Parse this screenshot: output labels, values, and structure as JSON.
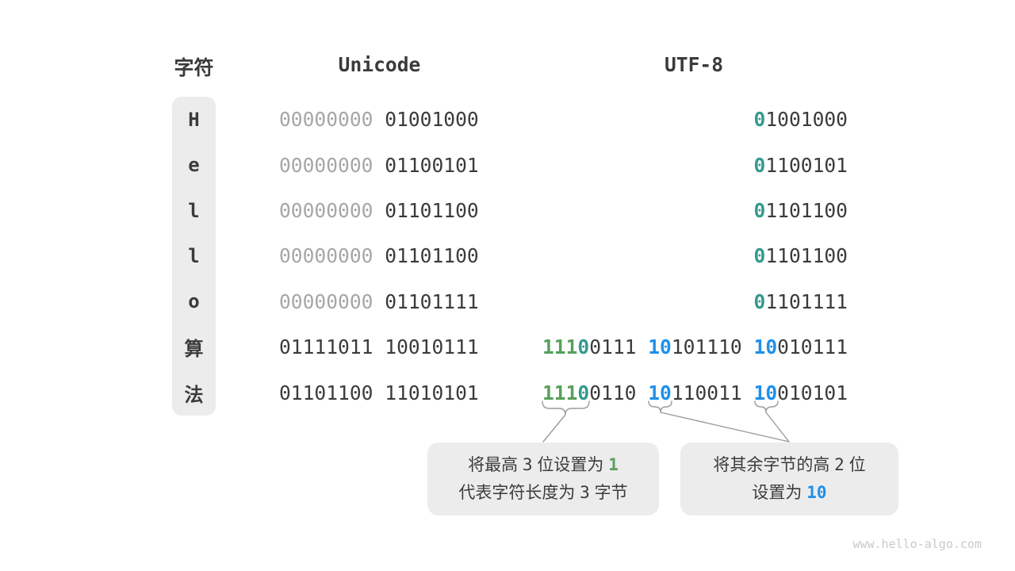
{
  "colors": {
    "dark": "#3b3b3b",
    "muted": "#a6a6a6",
    "green": "#57a05a",
    "teal": "#349a8d",
    "blue": "#1f90ea",
    "box_bg": "#ececec",
    "brace": "#9b9b9b",
    "watermark": "#c9c9c9"
  },
  "headers": {
    "character": "字符",
    "unicode": "Unicode",
    "utf8": "UTF-8"
  },
  "table": {
    "rows": [
      {
        "char": "H",
        "unicode": [
          {
            "t": "00000000 ",
            "c": "muted"
          },
          {
            "t": "01001000"
          }
        ],
        "utf8": [
          {
            "t": "0",
            "c": "teal",
            "b": 1
          },
          {
            "t": "1001000"
          }
        ]
      },
      {
        "char": "e",
        "unicode": [
          {
            "t": "00000000 ",
            "c": "muted"
          },
          {
            "t": "01100101"
          }
        ],
        "utf8": [
          {
            "t": "0",
            "c": "teal",
            "b": 1
          },
          {
            "t": "1100101"
          }
        ]
      },
      {
        "char": "l",
        "unicode": [
          {
            "t": "00000000 ",
            "c": "muted"
          },
          {
            "t": "01101100"
          }
        ],
        "utf8": [
          {
            "t": "0",
            "c": "teal",
            "b": 1
          },
          {
            "t": "1101100"
          }
        ]
      },
      {
        "char": "l",
        "unicode": [
          {
            "t": "00000000 ",
            "c": "muted"
          },
          {
            "t": "01101100"
          }
        ],
        "utf8": [
          {
            "t": "0",
            "c": "teal",
            "b": 1
          },
          {
            "t": "1101100"
          }
        ]
      },
      {
        "char": "o",
        "unicode": [
          {
            "t": "00000000 ",
            "c": "muted"
          },
          {
            "t": "01101111"
          }
        ],
        "utf8": [
          {
            "t": "0",
            "c": "teal",
            "b": 1
          },
          {
            "t": "1101111"
          }
        ]
      },
      {
        "char": "算",
        "unicode": [
          {
            "t": "01111011 10010111"
          }
        ],
        "utf8": [
          {
            "t": "111",
            "c": "green",
            "b": 1
          },
          {
            "t": "0",
            "c": "teal",
            "b": 1
          },
          {
            "t": "0111 "
          },
          {
            "t": "10",
            "c": "blue",
            "b": 1
          },
          {
            "t": "101110 "
          },
          {
            "t": "10",
            "c": "blue",
            "b": 1
          },
          {
            "t": "010111"
          }
        ]
      },
      {
        "char": "法",
        "unicode": [
          {
            "t": "01101100 11010101"
          }
        ],
        "utf8": [
          {
            "t": "111",
            "c": "green",
            "b": 1
          },
          {
            "t": "0",
            "c": "teal",
            "b": 1
          },
          {
            "t": "0110 "
          },
          {
            "t": "10",
            "c": "blue",
            "b": 1
          },
          {
            "t": "110011 "
          },
          {
            "t": "10",
            "c": "blue",
            "b": 1
          },
          {
            "t": "010101"
          }
        ]
      }
    ]
  },
  "callouts": {
    "first_byte": {
      "lines": [
        [
          {
            "t": "将最高 "
          },
          {
            "t": "3",
            "m": 1
          },
          {
            "t": " 位设置为 "
          },
          {
            "t": "1",
            "c": "green",
            "b": 1,
            "m": 1
          }
        ],
        [
          {
            "t": "代表字符长度为 "
          },
          {
            "t": "3",
            "m": 1
          },
          {
            "t": " 字节"
          }
        ]
      ]
    },
    "continuation": {
      "lines": [
        [
          {
            "t": "将其余字节的高 "
          },
          {
            "t": "2",
            "m": 1
          },
          {
            "t": " 位"
          }
        ],
        [
          {
            "t": "设置为 "
          },
          {
            "t": "10",
            "c": "blue",
            "b": 1,
            "m": 1
          }
        ]
      ]
    }
  },
  "page": {
    "watermark": "www.hello-algo.com"
  }
}
